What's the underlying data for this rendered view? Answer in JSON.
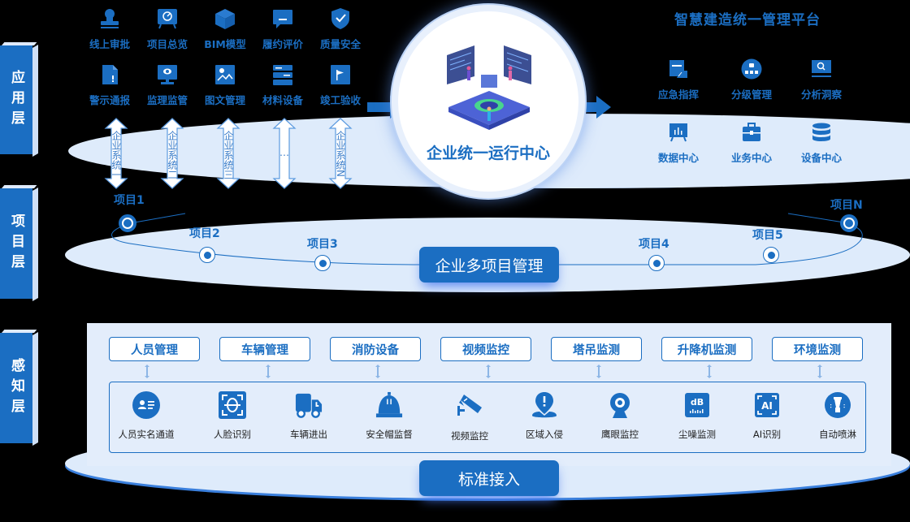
{
  "platform_title": "智慧建造统一管理平台",
  "layers": {
    "application": "应用层",
    "project": "项目层",
    "perception": "感知层"
  },
  "application": {
    "left_items": [
      {
        "label": "线上审批",
        "icon": "stamp-icon"
      },
      {
        "label": "项目总览",
        "icon": "dashboard-board-icon"
      },
      {
        "label": "BIM模型",
        "icon": "cube-icon"
      },
      {
        "label": "履约评价",
        "icon": "comment-icon"
      },
      {
        "label": "质量安全",
        "icon": "shield-check-icon"
      },
      {
        "label": "警示通报",
        "icon": "alert-document-icon"
      },
      {
        "label": "监理监管",
        "icon": "monitor-eye-icon"
      },
      {
        "label": "图文管理",
        "icon": "image-icon"
      },
      {
        "label": "材料设备",
        "icon": "server-rack-icon"
      },
      {
        "label": "竣工验收",
        "icon": "flag-icon"
      }
    ],
    "systems": [
      {
        "label": "企业系统一"
      },
      {
        "label": "企业系统二"
      },
      {
        "label": "企业系统三"
      },
      {
        "label": "…"
      },
      {
        "label": "企业系统N"
      }
    ],
    "hub_title": "企业统一运行中心",
    "right_items": [
      {
        "label": "应急指挥",
        "icon": "command-icon"
      },
      {
        "label": "分级管理",
        "icon": "hierarchy-icon"
      },
      {
        "label": "分析洞察",
        "icon": "monitor-search-icon"
      },
      {
        "label": "数据中心",
        "icon": "bar-chart-board-icon"
      },
      {
        "label": "业务中心",
        "icon": "briefcase-icon"
      },
      {
        "label": "设备中心",
        "icon": "database-icon"
      }
    ]
  },
  "project": {
    "title": "企业多项目管理",
    "nodes": [
      {
        "label": "项目1"
      },
      {
        "label": "项目2"
      },
      {
        "label": "项目3"
      },
      {
        "label": "项目4"
      },
      {
        "label": "项目5"
      },
      {
        "label": "项目N"
      }
    ]
  },
  "perception": {
    "categories": [
      {
        "label": "人员管理"
      },
      {
        "label": "车辆管理"
      },
      {
        "label": "消防设备"
      },
      {
        "label": "视频监控"
      },
      {
        "label": "塔吊监测"
      },
      {
        "label": "升降机监测"
      },
      {
        "label": "环境监测"
      }
    ],
    "devices": [
      {
        "label": "人员实名通道",
        "icon": "id-card-icon"
      },
      {
        "label": "人脸识别",
        "icon": "face-scan-icon"
      },
      {
        "label": "车辆进出",
        "icon": "truck-icon"
      },
      {
        "label": "安全帽监督",
        "icon": "hard-hat-icon"
      },
      {
        "label": "视频监控",
        "icon": "cctv-camera-icon"
      },
      {
        "label": "区域入侵",
        "icon": "location-alert-icon"
      },
      {
        "label": "鹰眼监控",
        "icon": "webcam-icon"
      },
      {
        "label": "尘噪监测",
        "icon": "decibel-icon"
      },
      {
        "label": "AI识别",
        "icon": "ai-scan-icon"
      },
      {
        "label": "自动喷淋",
        "icon": "sprinkler-icon"
      }
    ],
    "access_title": "标准接入"
  },
  "colors": {
    "primary": "#1b6ec2",
    "plate": "#deebfb",
    "panel": "#e3edfb",
    "background": "#000000"
  }
}
